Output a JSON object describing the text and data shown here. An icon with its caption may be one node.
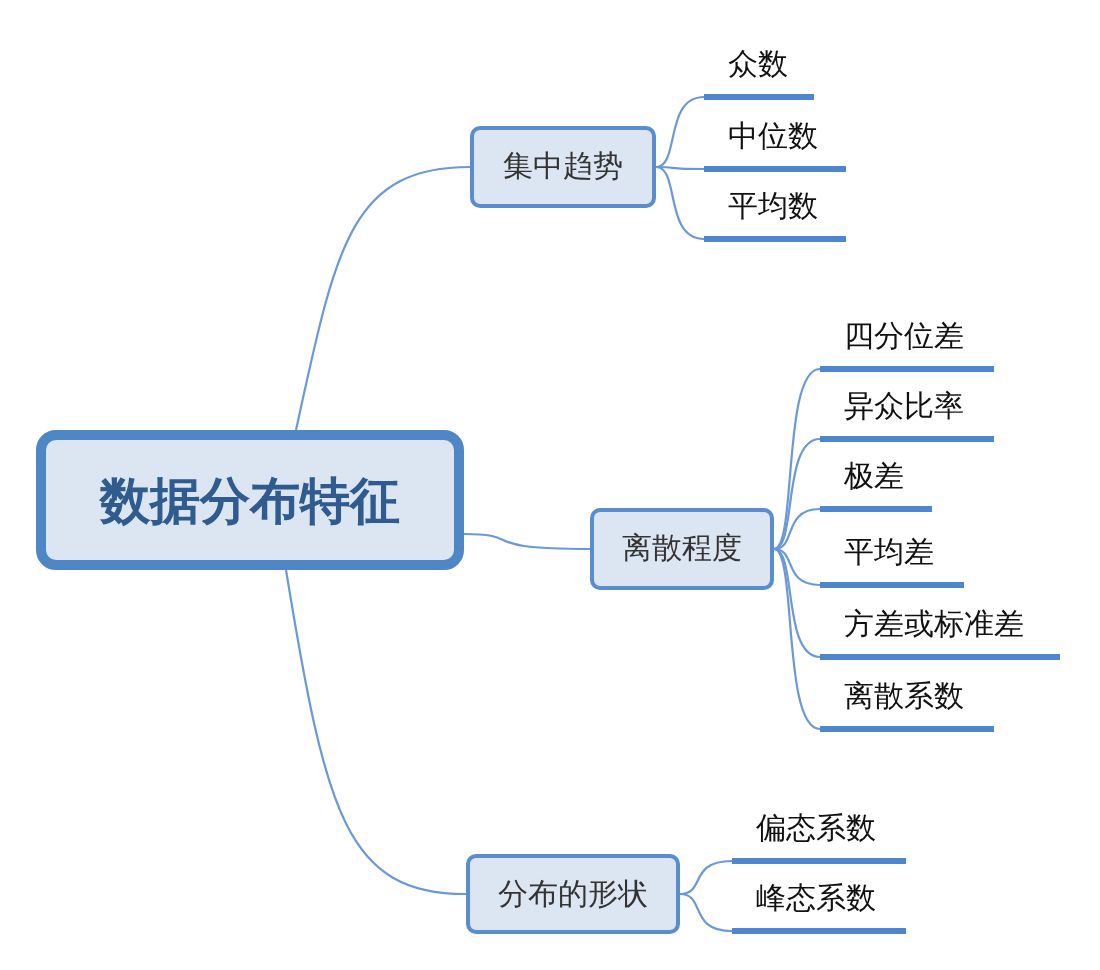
{
  "diagram": {
    "nodes": [
      {
        "text": [
          "数据分布特征"
        ]
      },
      {
        "text": [
          "集中趋势"
        ]
      },
      {
        "text": [
          "众数"
        ]
      },
      {
        "text": [
          "中位数"
        ]
      },
      {
        "text": [
          "平均数"
        ]
      },
      {
        "text": [
          "离散程度"
        ]
      },
      {
        "text": [
          "四分位差"
        ]
      },
      {
        "text": [
          "异众比率"
        ]
      },
      {
        "text": [
          "极差"
        ]
      },
      {
        "text": [
          "平均差"
        ]
      },
      {
        "text": [
          "方差或标准差"
        ]
      },
      {
        "text": [
          "离散系数"
        ]
      },
      {
        "text": [
          "分布的形状"
        ]
      },
      {
        "text": [
          "偏态系数"
        ]
      },
      {
        "text": [
          "峰态系数"
        ]
      }
    ],
    "edges": [
      {
        "from": 0,
        "to": 1,
        "arrow": "none"
      },
      {
        "from": 1,
        "to": 2,
        "arrow": "none"
      },
      {
        "from": 1,
        "to": 3,
        "arrow": "none"
      },
      {
        "from": 1,
        "to": 4,
        "arrow": "none"
      },
      {
        "from": 0,
        "to": 5,
        "arrow": "none"
      },
      {
        "from": 5,
        "to": 6,
        "arrow": "none"
      },
      {
        "from": 5,
        "to": 7,
        "arrow": "none"
      },
      {
        "from": 5,
        "to": 8,
        "arrow": "none"
      },
      {
        "from": 5,
        "to": 9,
        "arrow": "none"
      },
      {
        "from": 5,
        "to": 10,
        "arrow": "none"
      },
      {
        "from": 5,
        "to": 11,
        "arrow": "none"
      },
      {
        "from": 0,
        "to": 12,
        "arrow": "none"
      },
      {
        "from": 12,
        "to": 13,
        "arrow": "none"
      },
      {
        "from": 12,
        "to": 14,
        "arrow": "none"
      }
    ]
  }
}
